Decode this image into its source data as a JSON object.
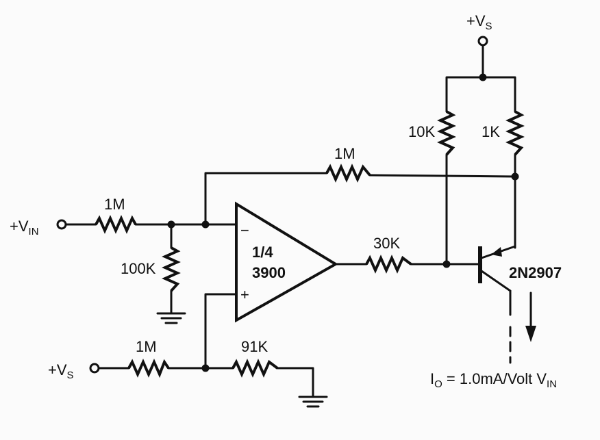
{
  "supply_label": {
    "main": "+V",
    "sub": "S"
  },
  "input_label": {
    "main": "+V",
    "sub": "IN"
  },
  "resistors": {
    "r_in": "1M",
    "r_ground": "100K",
    "r_feedback": "1M",
    "r_bias": "1M",
    "r_bias_ground": "91K",
    "r_out": "30K",
    "r_top_left": "10K",
    "r_top_right": "1K"
  },
  "opamp": {
    "fraction": "1/4",
    "part": "3900",
    "inverting_sign": "−",
    "noninverting_sign": "+"
  },
  "transistor": {
    "part": "2N2907"
  },
  "output_equation": {
    "i": "I",
    "i_sub": "O",
    "mid": " = 1.0mA/Volt V",
    "v_sub": "IN"
  }
}
